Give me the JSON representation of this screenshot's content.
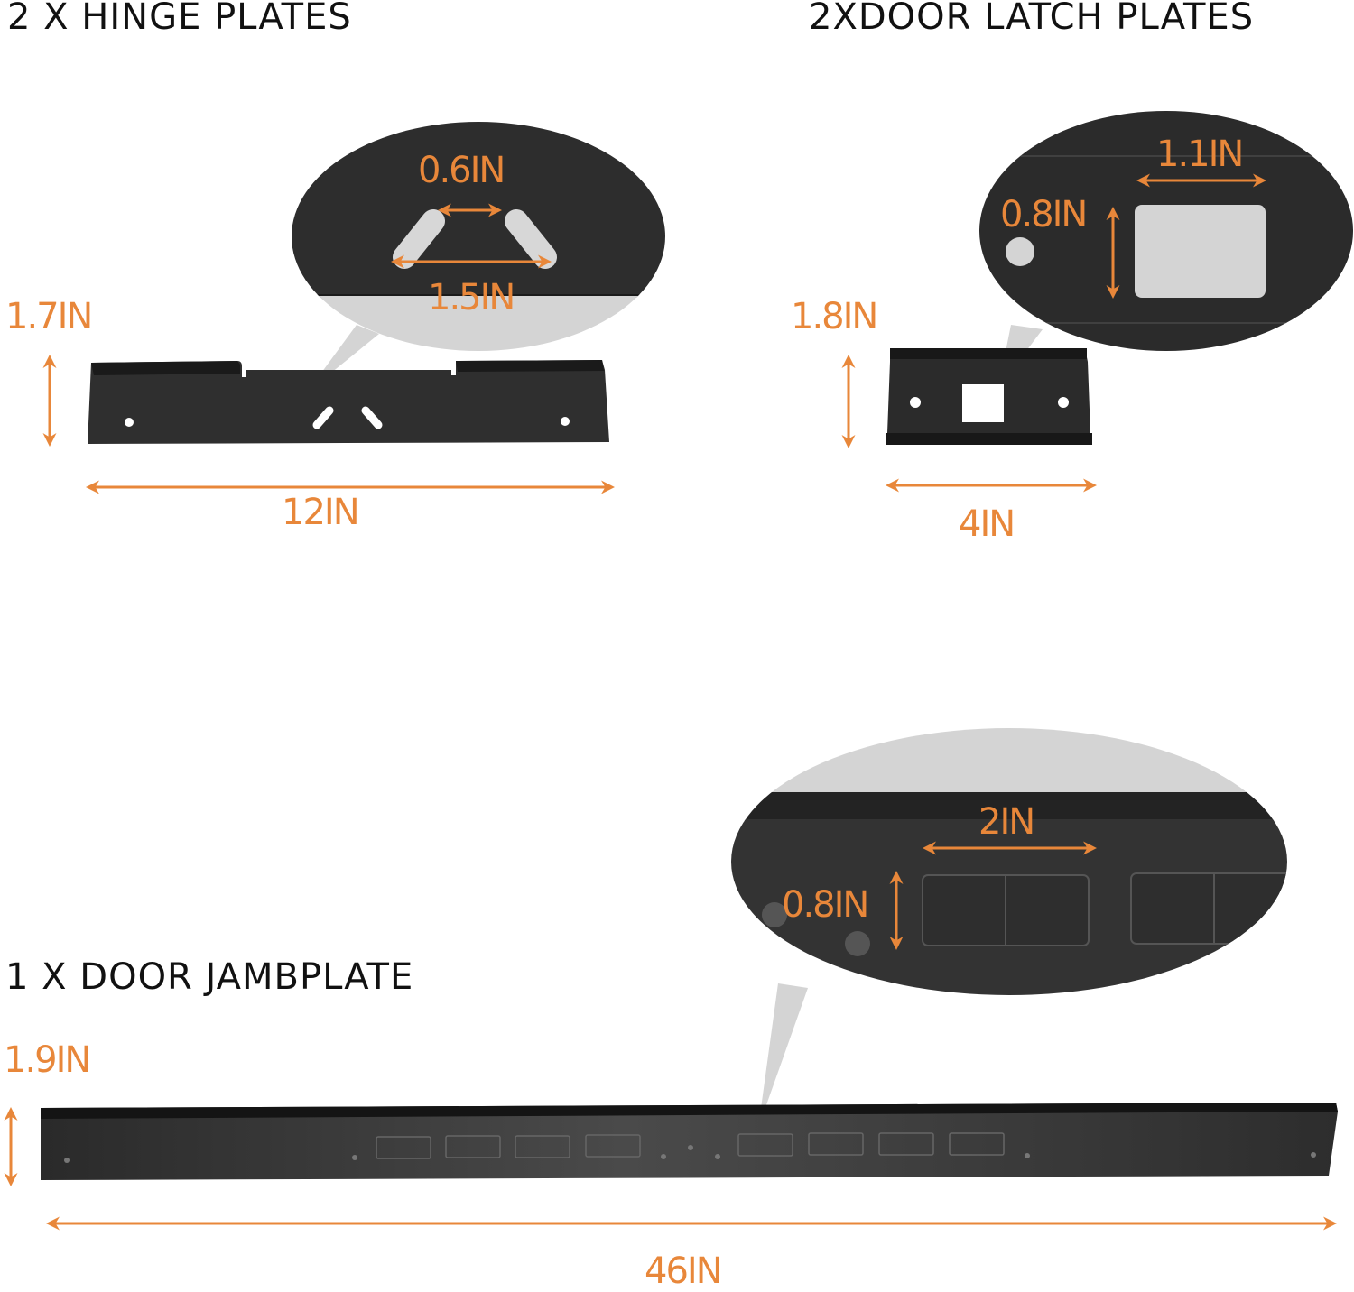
{
  "colors": {
    "accent": "#e8873a",
    "plate": "#2b2b2b",
    "callout": "#d4d4d4",
    "text": "#111111"
  },
  "hinge": {
    "title": "2 X HINGE  PLATES",
    "height_label": "1.7IN",
    "width_label": "12IN",
    "callout": {
      "slot_gap_label": "0.6IN",
      "slot_span_label": "1.5IN"
    }
  },
  "latch": {
    "title": "2XDOOR LATCH PLATES",
    "height_label": "1.8IN",
    "width_label": "4IN",
    "callout": {
      "hole_width_label": "1.1IN",
      "hole_height_label": "0.8IN"
    }
  },
  "jamb": {
    "title": "1 X DOOR JAMBPLATE",
    "height_label": "1.9IN",
    "width_label": "46IN",
    "callout": {
      "slot_width_label": "2IN",
      "slot_height_label": "0.8IN"
    }
  }
}
